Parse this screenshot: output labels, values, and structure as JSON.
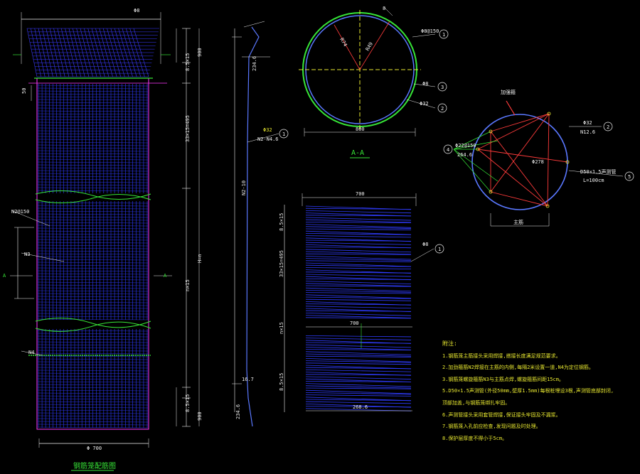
{
  "drawing": {
    "title": "钢筋笼配筋图",
    "section_label": "A-A",
    "section_cut_left": "A",
    "section_cut_right": "A"
  },
  "labels": {
    "top_width": "Φ8",
    "cage_width": "Φ 700",
    "right_dim_1": "900",
    "right_dim_2": "8.5×15",
    "right_dim_3": "33×15=495",
    "right_dim_4": "n×15",
    "right_dim_5": "8.5×15",
    "right_dim_6": "900",
    "total_height": "H=n",
    "left_tag_n2": "N2@150",
    "left_tag_n3": "N3",
    "left_tag_n4": "N4",
    "left_dim_small": "50",
    "bar_n1": "Φ32",
    "bar_n1_len": "N2-N4.6",
    "bar_total": "N2-10",
    "bar_top_dim": "234.6",
    "bar_bottom_dim": "234.6",
    "bar_tail": "16.7",
    "circle_bar": "Φ8@150",
    "circle_r1": "R74",
    "circle_r2": "R49",
    "circle_n3": "Φ8",
    "circle_n2": "Φ32",
    "circle_top_dim": "8",
    "circle_dia": "800",
    "callout_1": "1",
    "callout_2": "2",
    "callout_3": "3",
    "callout_4": "4",
    "callout_5": "5",
    "spiral_top": "700",
    "spiral_dim_a": "8.5×15",
    "spiral_dim_b": "33×15=495",
    "spiral_dim_c": "n×15",
    "spiral_dim_d": "8.5×15",
    "spiral_mid": "700",
    "spiral_bot": "268.6",
    "spiral_callout": "Φ8",
    "ring_label_top": "加强箍",
    "ring_n2": "Φ32",
    "ring_n2b": "N12.6",
    "ring_n4": "Φ22@150",
    "ring_n4b": "264.6",
    "ring_angle": "Φ278",
    "ring_n5": "D50×1.5声测管",
    "ring_n5b": "L=100cm",
    "ring_bottom": "主筋"
  },
  "notes": {
    "heading": "附注:",
    "lines": [
      "1.钢筋笼主筋接头采用焊接,搭接长度满足规范要求。",
      "2.加劲箍筋N2焊接在主筋的内侧,每隔2米设置一道,N4为定位钢筋。",
      "3.钢筋笼螺旋箍筋N3与主筋点焊,螺旋箍筋间距15cm。",
      "5.D50×1.5声测管(外径50mm,壁厚1.5mm)每根桩埋设3根,声测管底部封闭,",
      "   顶部加盖,与钢筋笼绑扎牢固。",
      "6.声测管接头采用套管焊接,保证接头牢固及不漏浆。",
      "7.钢筋笼入孔前应检查,发现问题及时处理。",
      "8.保护层厚度不得小于5cm。"
    ]
  }
}
